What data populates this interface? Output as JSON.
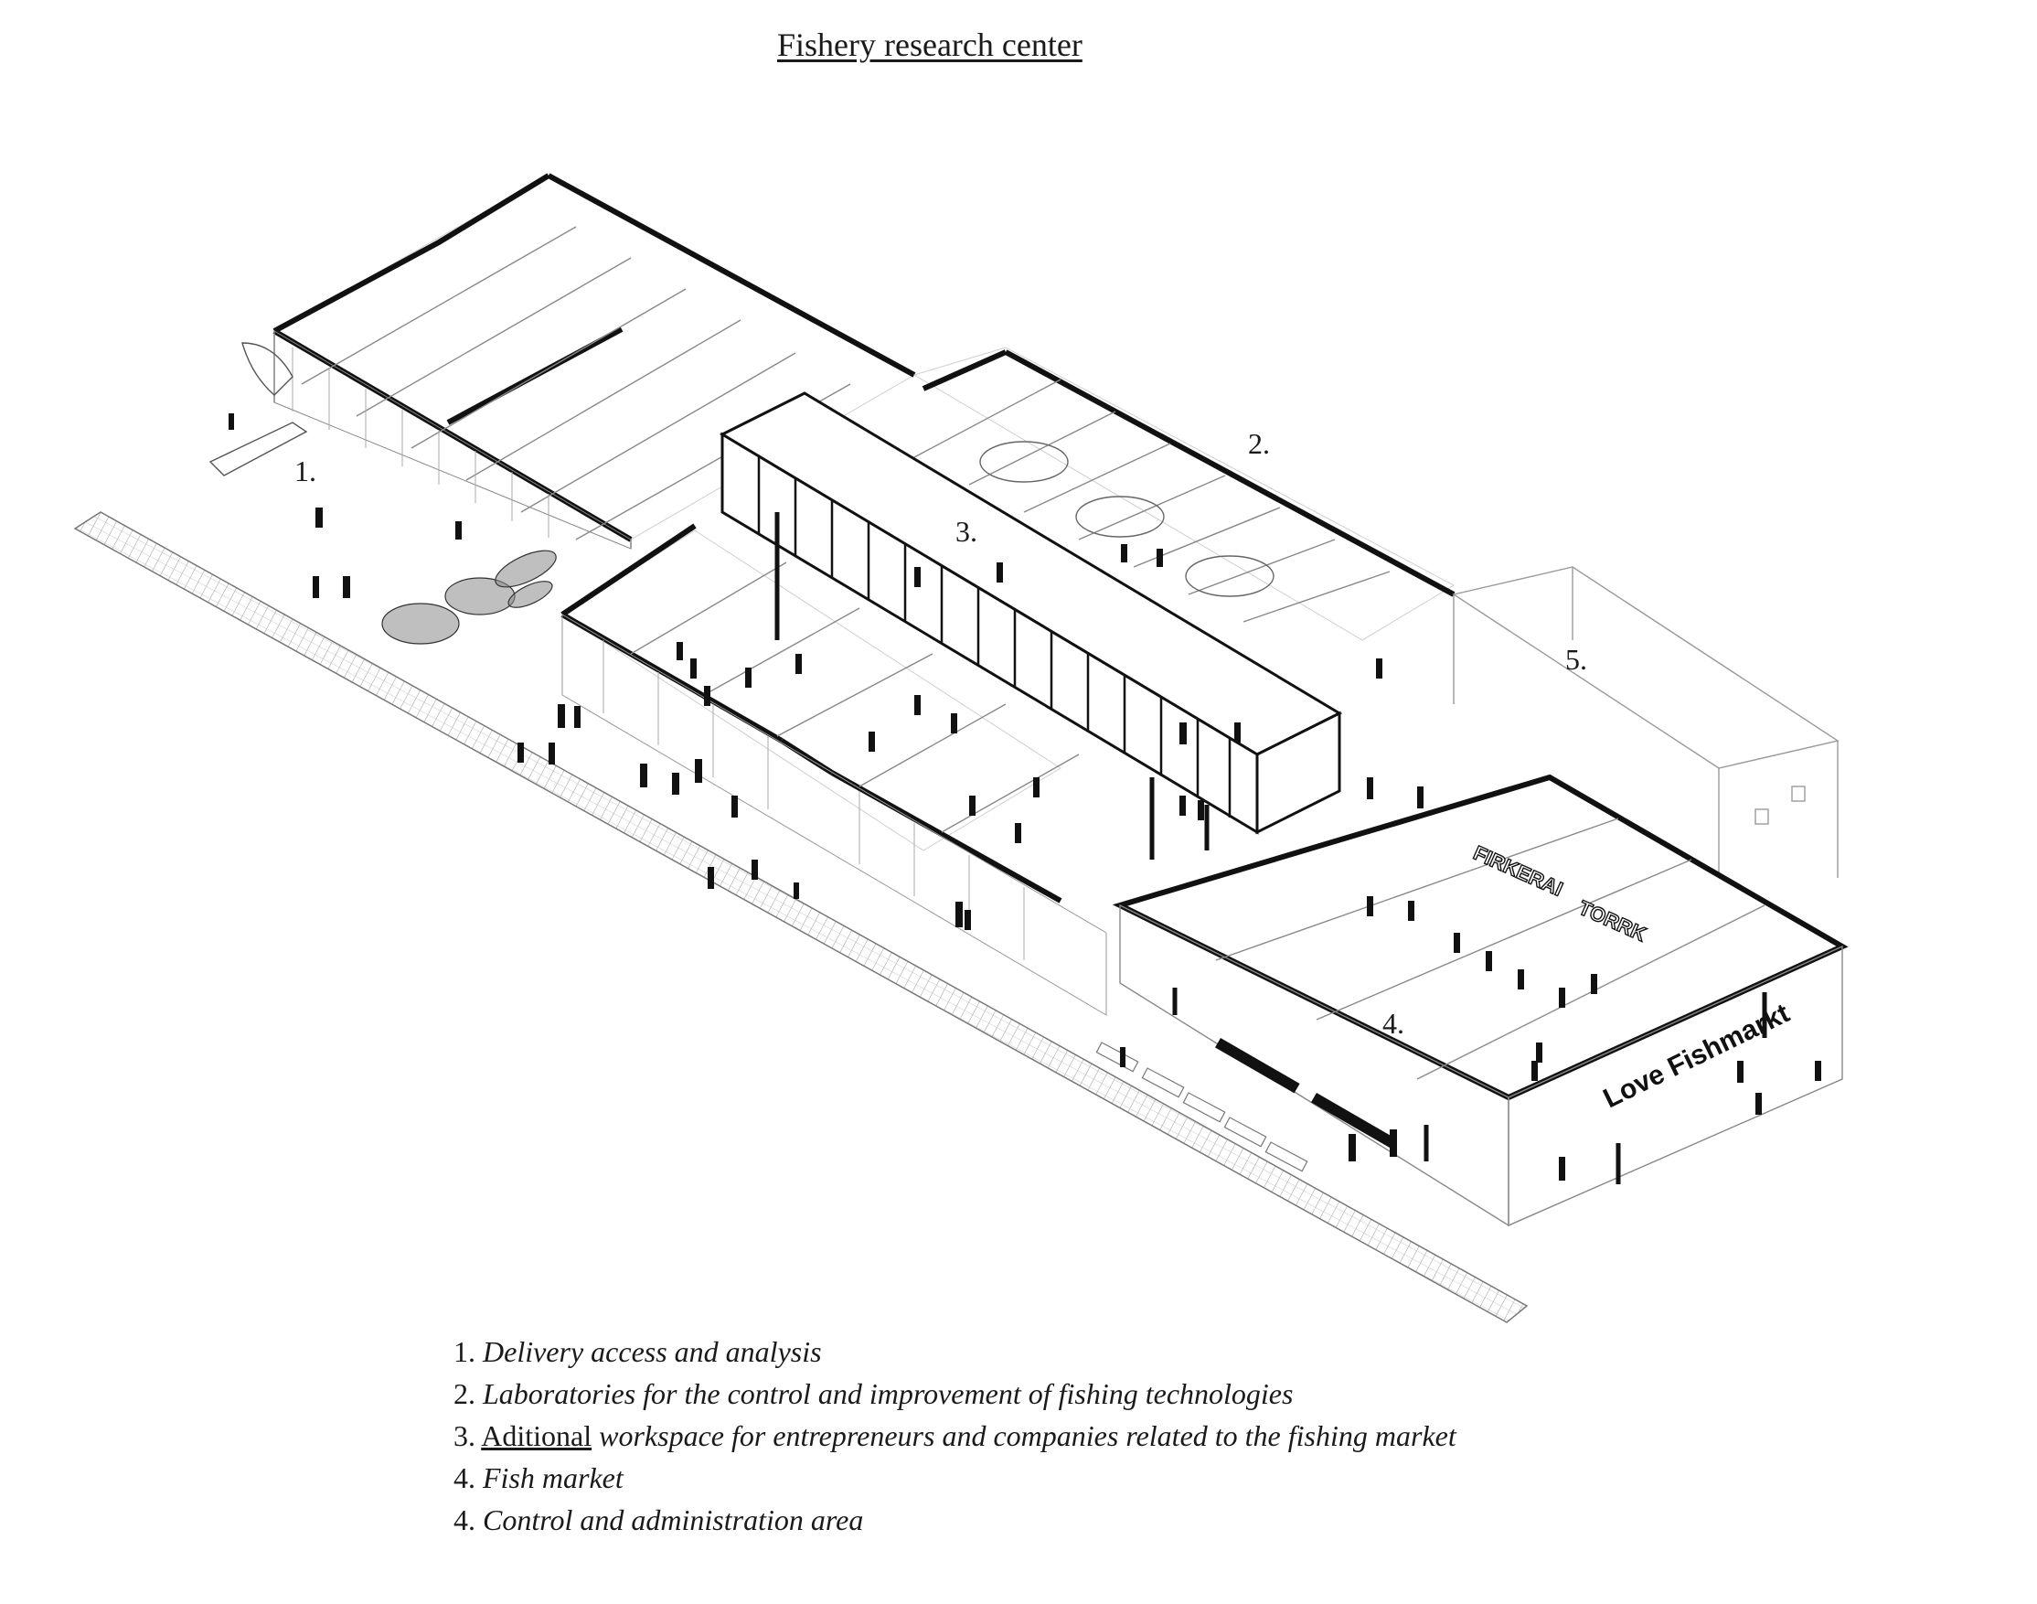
{
  "title": "Fishery research center",
  "zones": [
    {
      "label": "1."
    },
    {
      "label": "2."
    },
    {
      "label": "3."
    },
    {
      "label": "4."
    },
    {
      "label": "5."
    }
  ],
  "signs": {
    "market_sign": "Love Fishmarkt",
    "stall_sign_1": "FIRKERAI",
    "stall_sign_2": "TORRK"
  },
  "legend": [
    {
      "num": "1.",
      "text": "Delivery access and analysis"
    },
    {
      "num": "2.",
      "text": "Laboratories for the control and improvement of fishing technologies"
    },
    {
      "num": "3.",
      "underlined_word": "Aditional",
      "text": " workspace for entrepreneurs and companies related to the fishing market"
    },
    {
      "num": "4.",
      "text": "Fish market"
    },
    {
      "num": "4.",
      "text": "Control and administration area"
    }
  ],
  "colors": {
    "ink": "#111111",
    "line": "#6a6a6a",
    "paper": "#ffffff",
    "shadow": "#777777"
  }
}
